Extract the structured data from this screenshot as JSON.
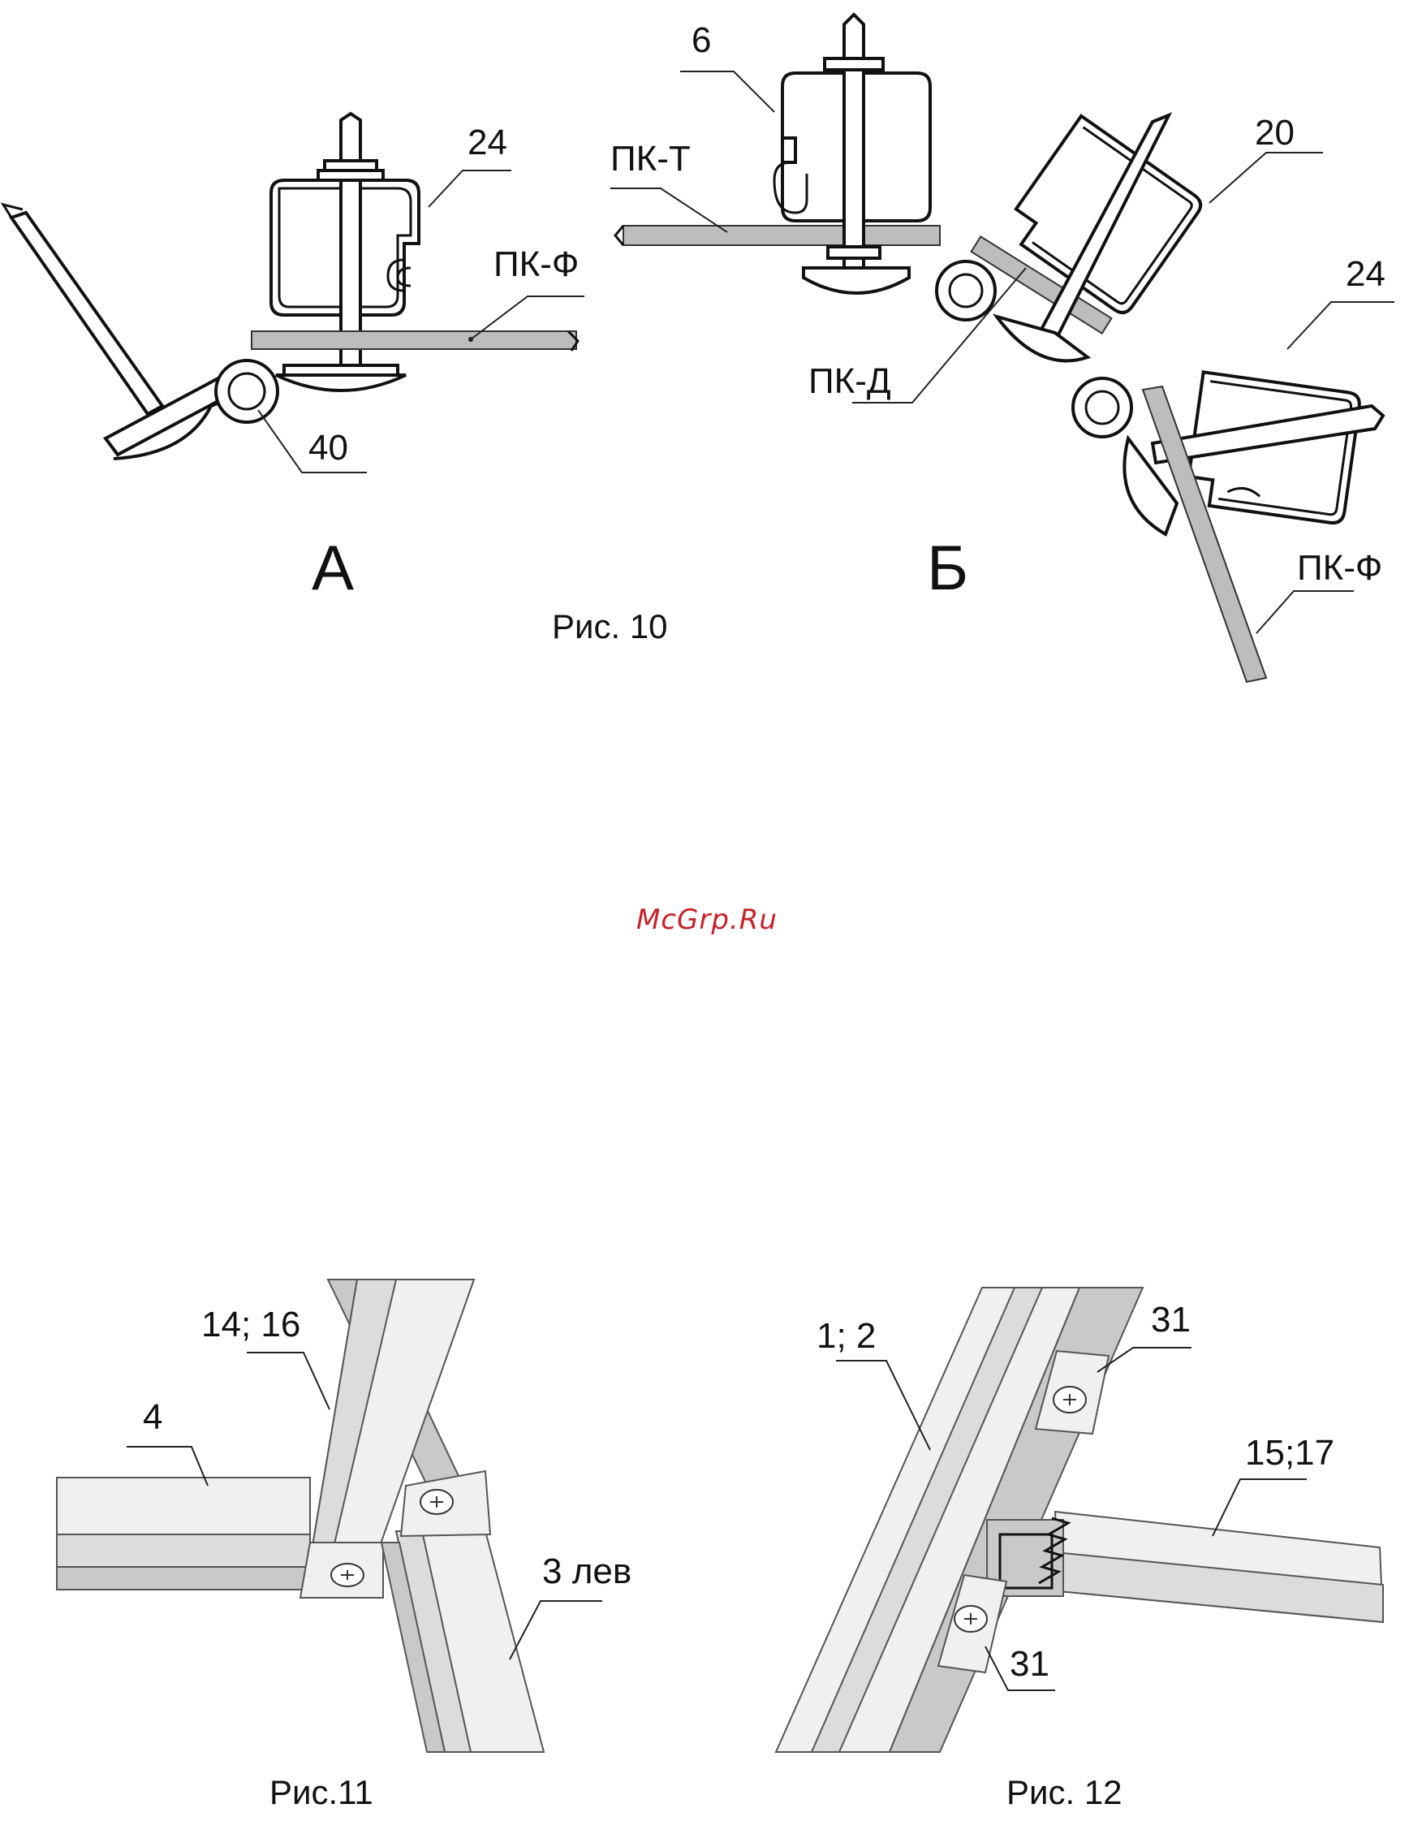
{
  "figure10": {
    "caption": "Рис. 10",
    "variant_a": "А",
    "variant_b": "Б",
    "labels": {
      "a_24": "24",
      "a_pkf": "ПК-Ф",
      "a_40": "40",
      "b_6": "6",
      "b_pkt": "ПК-Т",
      "b_20": "20",
      "b_24": "24",
      "b_pkd": "ПК-Д",
      "b_pkf": "ПК-Ф"
    }
  },
  "watermark": "McGrp.Ru",
  "figure11": {
    "caption": "Рис.11",
    "labels": {
      "l_1416": "14; 16",
      "l_4": "4",
      "l_3lev": "3 лев"
    }
  },
  "figure12": {
    "caption": "Рис. 12",
    "labels": {
      "l_12": "1; 2",
      "l_31a": "31",
      "l_1517": "15;17",
      "l_31b": "31"
    }
  }
}
